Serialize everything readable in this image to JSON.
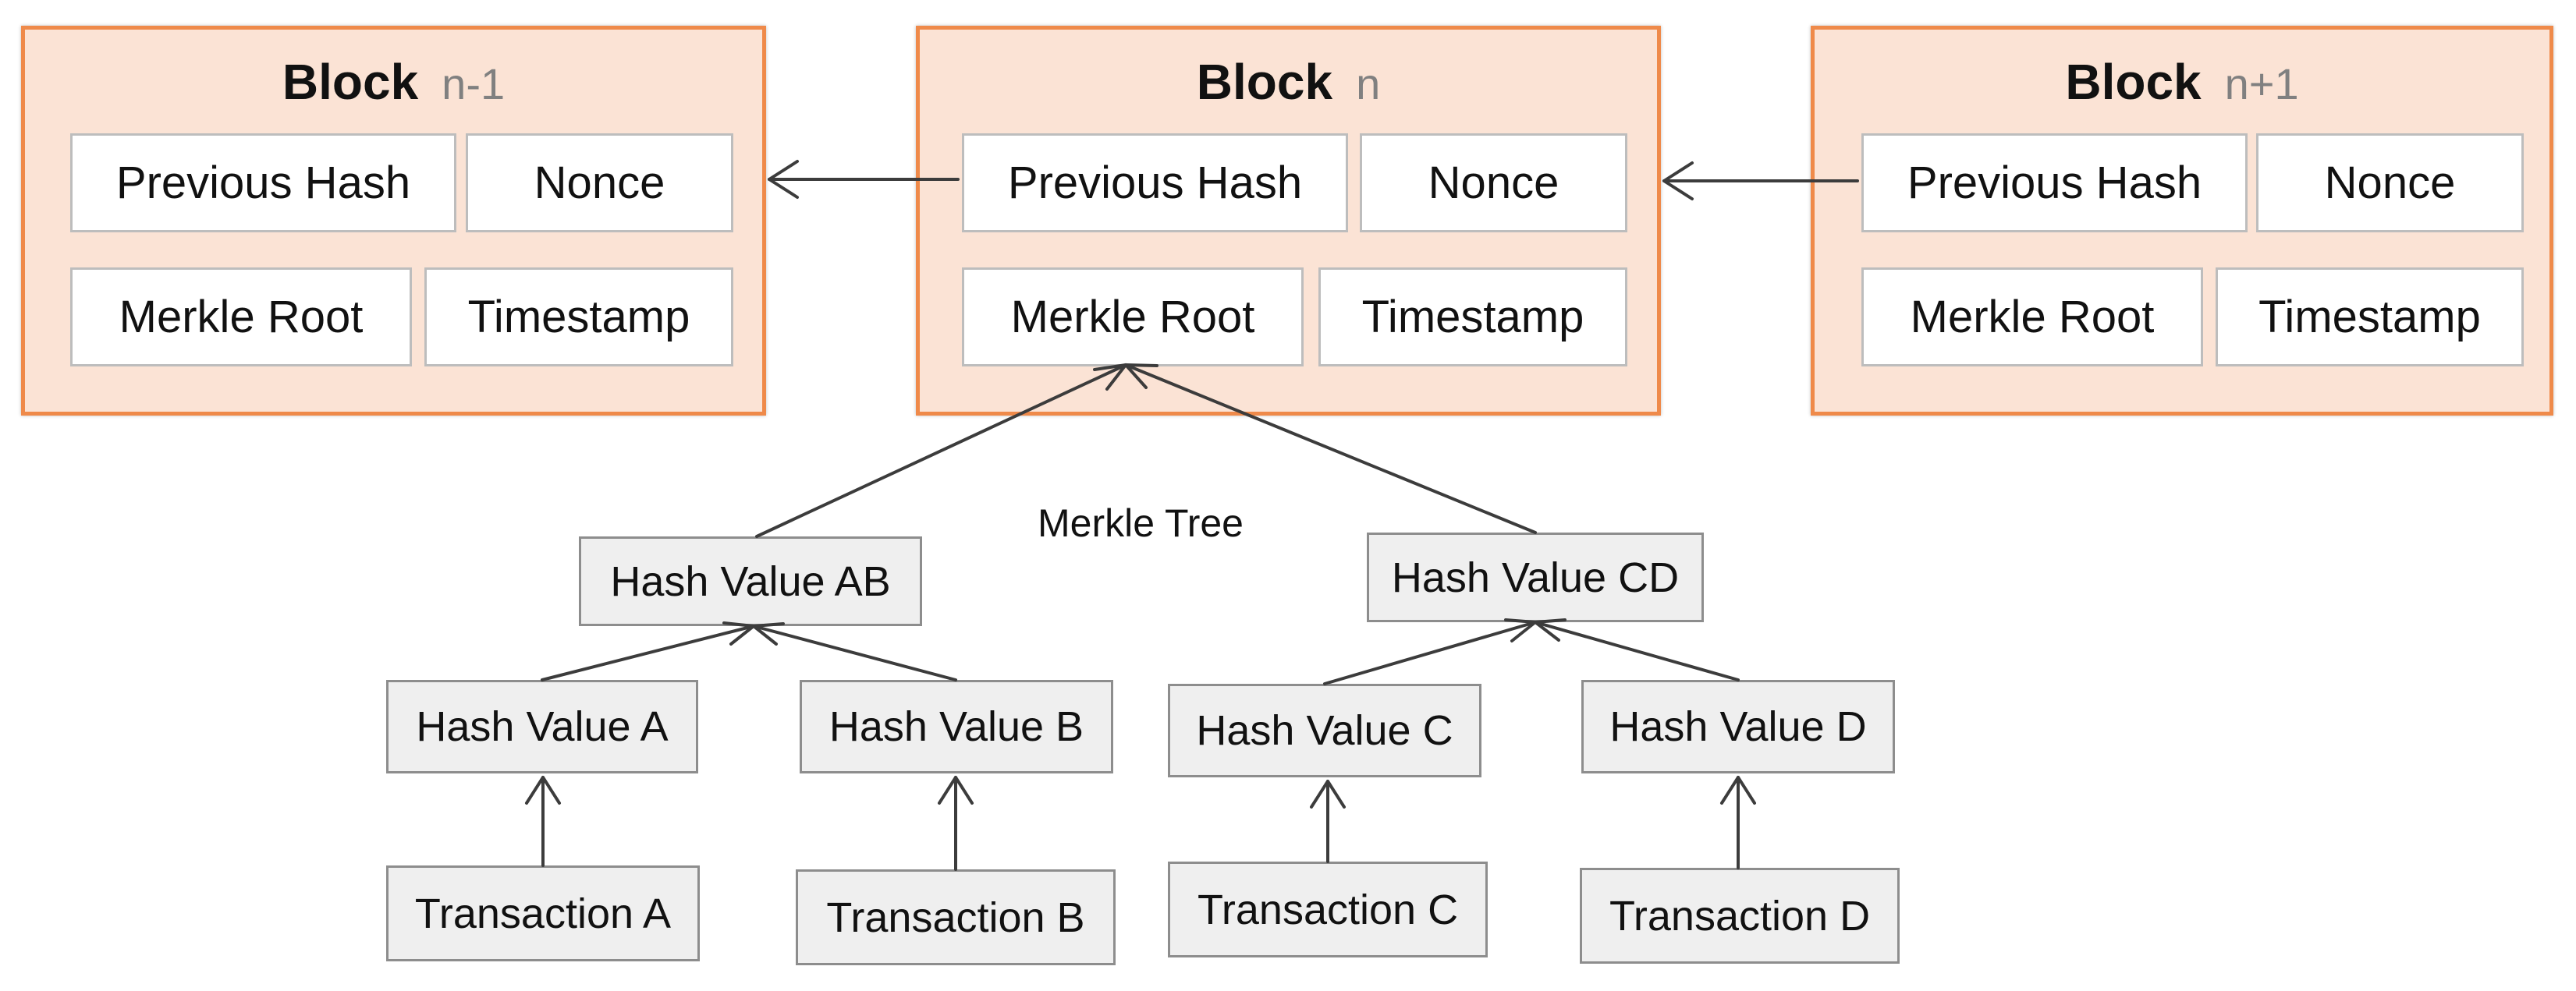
{
  "blocks": [
    {
      "word": "Block",
      "index": "n-1",
      "fields": {
        "previous_hash": "Previous Hash",
        "nonce": "Nonce",
        "merkle_root": "Merkle Root",
        "timestamp": "Timestamp"
      }
    },
    {
      "word": "Block",
      "index": "n",
      "fields": {
        "previous_hash": "Previous Hash",
        "nonce": "Nonce",
        "merkle_root": "Merkle Root",
        "timestamp": "Timestamp"
      }
    },
    {
      "word": "Block",
      "index": "n+1",
      "fields": {
        "previous_hash": "Previous Hash",
        "nonce": "Nonce",
        "merkle_root": "Merkle Root",
        "timestamp": "Timestamp"
      }
    }
  ],
  "merkle_tree": {
    "label": "Merkle Tree",
    "hash_ab": "Hash Value AB",
    "hash_cd": "Hash Value CD",
    "hash_a": "Hash Value A",
    "hash_b": "Hash Value B",
    "hash_c": "Hash Value C",
    "hash_d": "Hash Value D",
    "tx_a": "Transaction A",
    "tx_b": "Transaction B",
    "tx_c": "Transaction C",
    "tx_d": "Transaction D"
  },
  "colors": {
    "block_fill": "#fbe3d5",
    "block_border": "#ef8a4a",
    "node_fill": "#efefef",
    "node_border": "#8d8d8d",
    "arrow": "#3c3c3c"
  }
}
